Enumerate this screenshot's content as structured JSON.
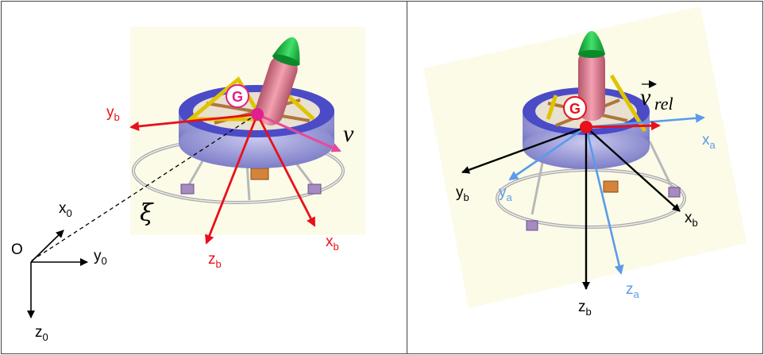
{
  "left_panel": {
    "origin_label": "O",
    "inertial_axes": {
      "x": "x",
      "x_sub": "0",
      "y": "y",
      "y_sub": "0",
      "z": "z",
      "z_sub": "0"
    },
    "position_label": "ξ",
    "velocity_label": "v",
    "cg_label": "G",
    "body_axes": {
      "x": "x",
      "x_sub": "b",
      "y": "y",
      "y_sub": "b",
      "z": "z",
      "z_sub": "b"
    }
  },
  "right_panel": {
    "cg_label": "G",
    "rel_velocity_label": "v",
    "rel_velocity_sub": "rel",
    "aero_axes": {
      "x": "x",
      "x_sub": "a",
      "y": "y",
      "y_sub": "a",
      "z": "z",
      "z_sub": "a"
    },
    "body_axes": {
      "x": "x",
      "x_sub": "b",
      "y": "y",
      "y_sub": "b",
      "z": "z",
      "z_sub": "b"
    }
  },
  "colors": {
    "body_axes_left": "#e8101a",
    "velocity": "#e8499a",
    "aero_axes": "#5b9bea",
    "body_axes_right": "#000000",
    "rel_velocity": "#e8101a",
    "background_patch": "#fbfbe8"
  }
}
